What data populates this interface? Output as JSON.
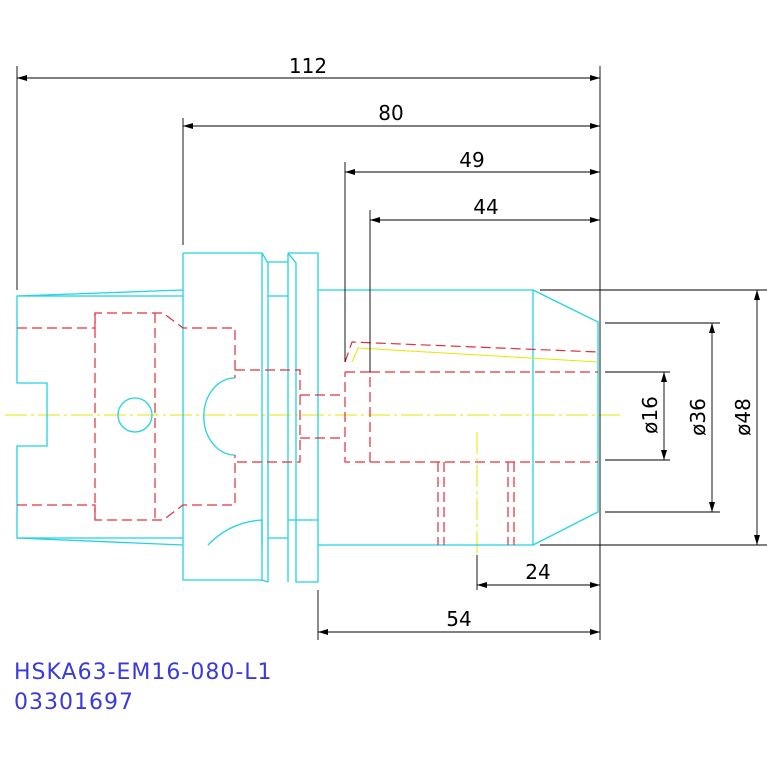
{
  "dimensions": {
    "d112": "112",
    "d80": "80",
    "d49": "49",
    "d44": "44",
    "d24": "24",
    "d54": "54",
    "dia16": "ø16",
    "dia36": "ø36",
    "dia48": "ø48"
  },
  "caption": {
    "part_number": "HSKA63-EM16-080-L1",
    "code": "03301697"
  },
  "colors": {
    "outline": "#22d3e0",
    "hidden": "#e0303a",
    "center": "#e6e600",
    "dimension": "#000000",
    "caption": "#3a3adc"
  }
}
